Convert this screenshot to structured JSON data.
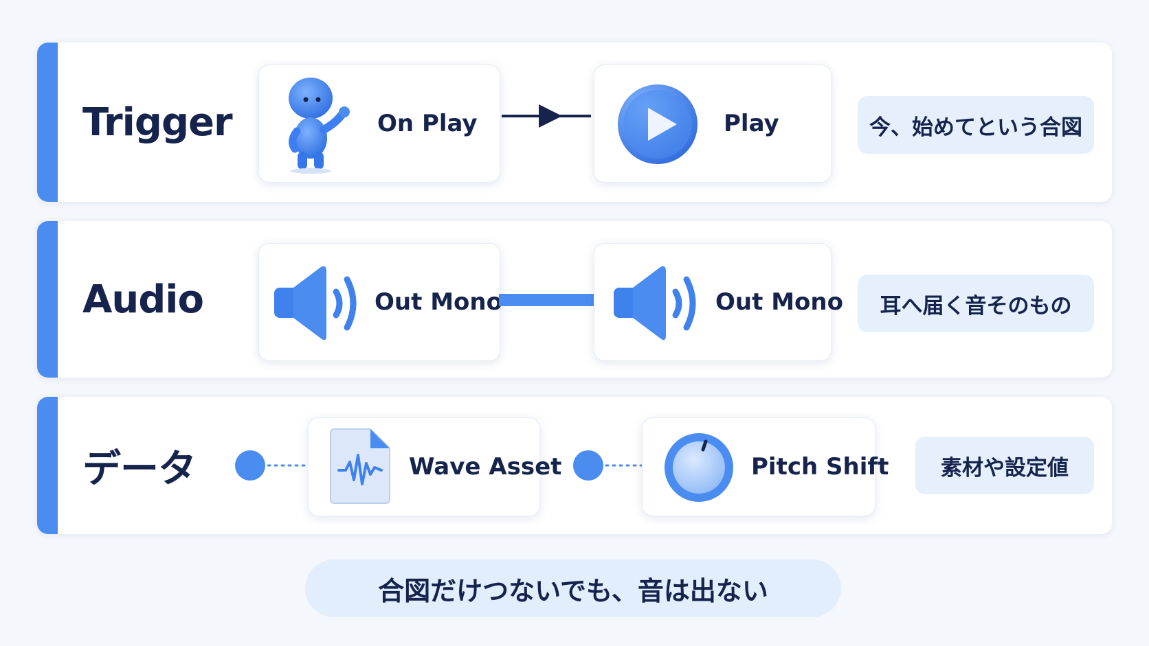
{
  "rows": [
    {
      "title": "Trigger",
      "nodes": [
        {
          "label": "On Play",
          "icon": "character-icon"
        },
        {
          "label": "Play",
          "icon": "play-icon"
        }
      ],
      "connection": "arrow",
      "note": "今、始めてという合図"
    },
    {
      "title": "Audio",
      "nodes": [
        {
          "label": "Out Mono",
          "icon": "speaker-icon"
        },
        {
          "label": "Out Mono",
          "icon": "speaker-icon"
        }
      ],
      "connection": "thick-line",
      "note": "耳へ届く音そのもの"
    },
    {
      "title": "データ",
      "nodes": [
        {
          "label": "Wave Asset",
          "icon": "waveform-file-icon"
        },
        {
          "label": "Pitch Shift",
          "icon": "knob-icon"
        }
      ],
      "connection": "dotted-pin",
      "note": "素材や設定値"
    }
  ],
  "footer": "合図だけつないでも、音は出ない",
  "colors": {
    "accent": "#4a8cf0",
    "text": "#16244d",
    "note_bg": "#e6f0fd",
    "icon_blue": "#4a8cf0"
  }
}
